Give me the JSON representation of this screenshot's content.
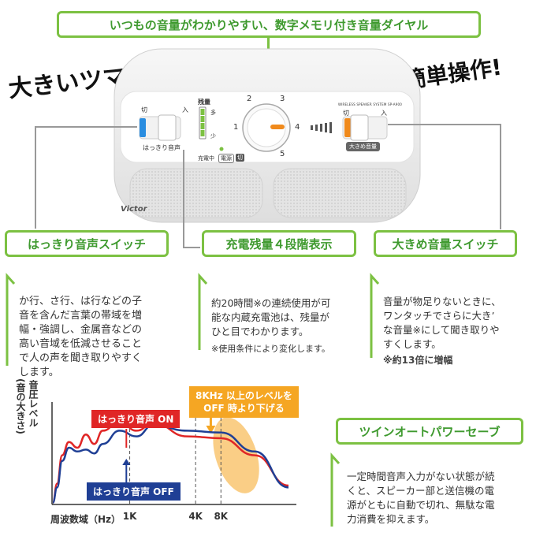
{
  "headline": "いつもの音量がわかりやすい、数字メモリ付き音量ダイヤル",
  "slogan_left": "大きいツマミ!",
  "slogan_right": "簡単操作!",
  "device": {
    "switch_left_off": "切",
    "switch_left_on": "入",
    "switch_left_label": "はっきり音声",
    "battery_label": "残量",
    "battery_high": "多",
    "battery_low": "少",
    "charging_label": "充電中",
    "power_label": "電源",
    "power_state": "切",
    "dial_marks": [
      "1",
      "2",
      "3",
      "4",
      "5"
    ],
    "model_text": "WIRELESS SPEAKER SYSTEM SP-A900",
    "switch_right_off": "切",
    "switch_right_on": "入",
    "switch_right_label": "大きめ音量",
    "brand": "Victor"
  },
  "features": [
    {
      "title": "はっきり音声スイッチ",
      "lines": [
        "か行、さ行、は行などの子",
        "音を含んだ言葉の帯域を増",
        "幅・強調し、金属音などの",
        "高い音域を低減させること",
        "で人の声を聞き取りやすく",
        "します。"
      ]
    },
    {
      "title": "充電残量４段階表示",
      "lines": [
        "約20時間※の連続使用が可",
        "能な内蔵充電池は、残量が",
        "ひと目でわかります。"
      ],
      "note": "※使用条件により変化します。"
    },
    {
      "title": "大きめ音量スイッチ",
      "lines": [
        "音量が物足りないときに、",
        "ワンタッチでさらに大きʼ",
        "な音量※にして聞き取りや",
        "すくします。"
      ],
      "note": "※約13倍に増幅"
    }
  ],
  "chart": {
    "ylabel_1": "音圧レベル",
    "ylabel_2": "(音の大きさ)",
    "xlabel": "周波数域（Hz）",
    "tag_on": "はっきり音声 ON",
    "tag_off": "はっきり音声 OFF",
    "tag_8k_1": "8KHz 以上のレベルを",
    "tag_8k_2": "OFF 時より下げる",
    "colors": {
      "on": "#e02626",
      "off": "#1f3f95",
      "highlight": "#f5a623",
      "accent": "#7cc142"
    }
  },
  "chart_data": {
    "type": "line",
    "xlabel": "周波数域（Hz）",
    "ylabel": "音圧レベル(音の大きさ)",
    "x_ticks": [
      "1K",
      "4K",
      "8K"
    ],
    "series": [
      {
        "name": "はっきり音声 ON",
        "x": [
          0.05,
          0.3,
          0.6,
          1,
          1.5,
          2,
          2.5,
          3,
          4,
          5,
          6,
          8,
          10,
          12,
          14
        ],
        "values": [
          2,
          22,
          52,
          66,
          60,
          74,
          64,
          78,
          88,
          78,
          86,
          72,
          70,
          52,
          20
        ]
      },
      {
        "name": "はっきり音声 OFF",
        "x": [
          0.05,
          0.3,
          0.6,
          1,
          1.5,
          2,
          2.5,
          3,
          4,
          5,
          6,
          8,
          10,
          12,
          14
        ],
        "values": [
          2,
          18,
          46,
          60,
          56,
          58,
          54,
          64,
          78,
          72,
          84,
          78,
          76,
          56,
          18
        ]
      }
    ]
  },
  "power_save": {
    "title": "ツインオートパワーセーブ",
    "lines": [
      "一定時間音声入力がない状態が続",
      "くと、スピーカー部と送信機の電",
      "源がともに自動で切れ、無駄な電",
      "力消費を抑えます。"
    ]
  }
}
